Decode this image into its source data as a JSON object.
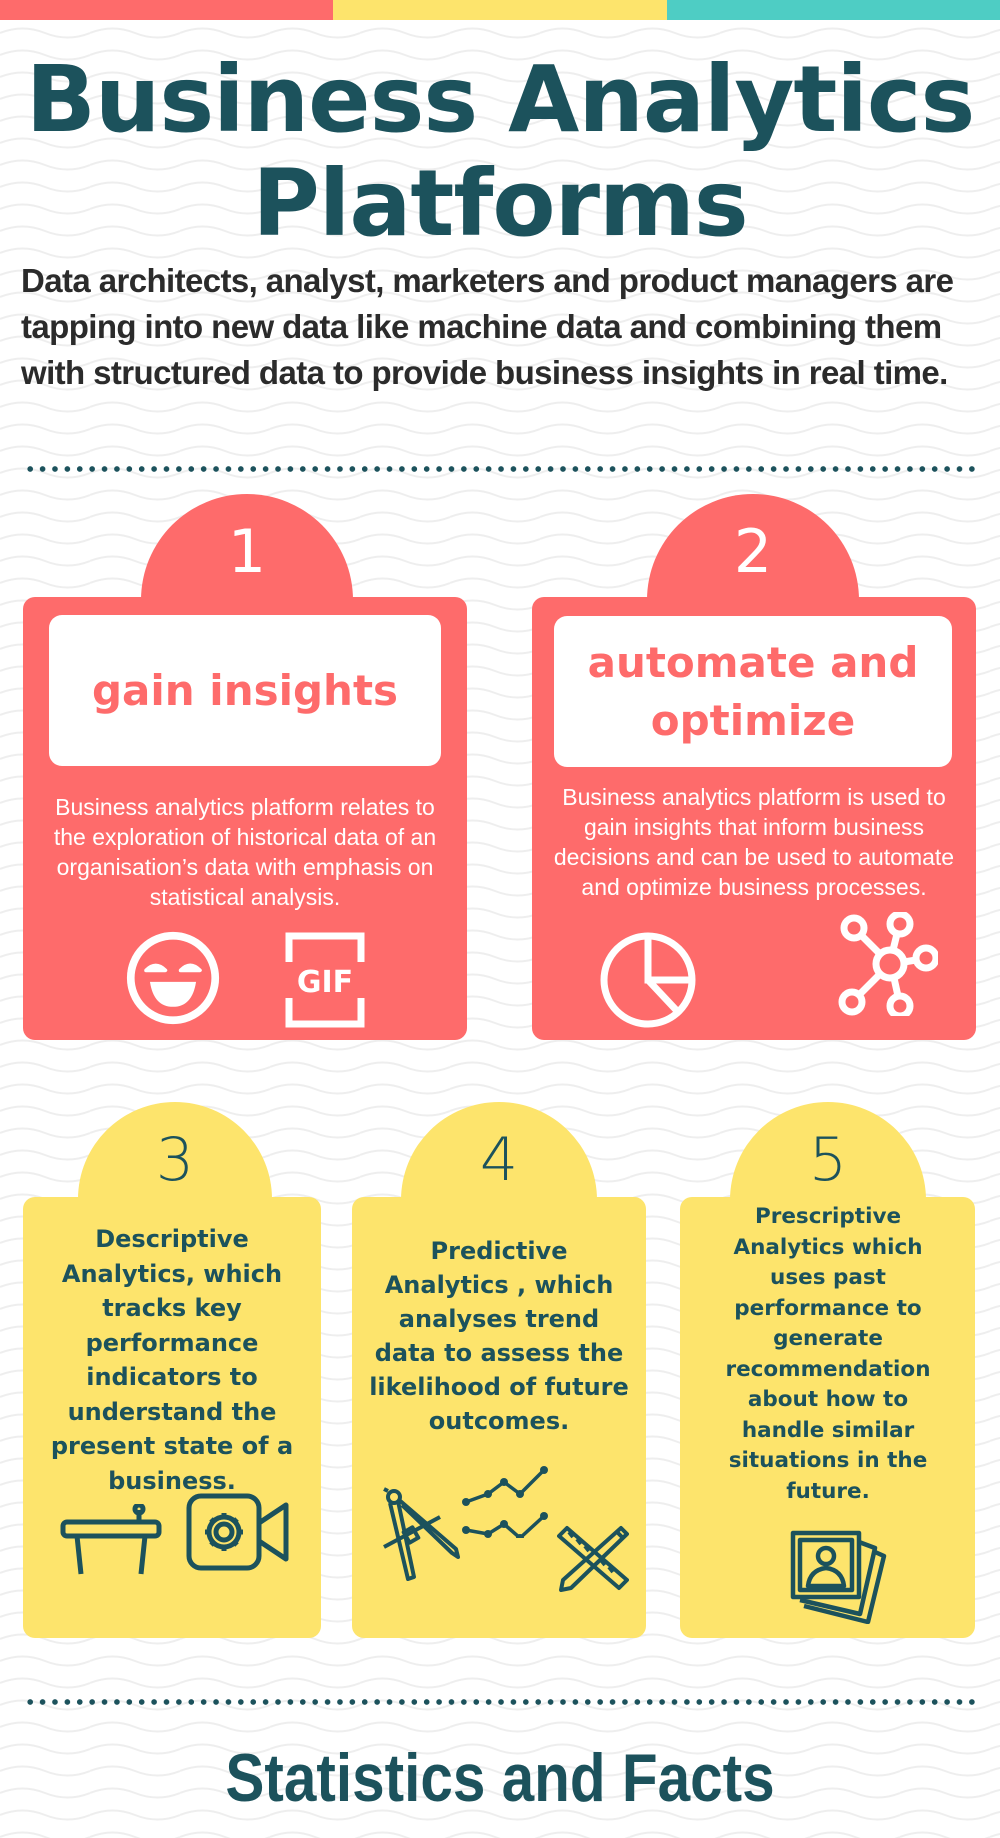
{
  "colors": {
    "accent_red": "#fe6b6b",
    "accent_yellow": "#fde46c",
    "accent_teal": "#4ecdc4",
    "dark_teal": "#1c525c",
    "body_text": "#2b2b2b"
  },
  "top_bar": [
    "#fe6b6b",
    "#fde46c",
    "#4ecdc4"
  ],
  "header": {
    "title_line1": "Business Analytics",
    "title_line2": "Platforms",
    "intro": "Data architects, analyst, marketers and product managers are tapping into new data like machine data and combining them with structured data to provide business insights in real time."
  },
  "cards": [
    {
      "number": "1",
      "label": "gain insights",
      "description": "Business analytics platform relates to the exploration of historical data of an organisation’s data with emphasis on statistical analysis.",
      "icons": [
        "laughing-face-icon",
        "gif-icon"
      ]
    },
    {
      "number": "2",
      "label": "automate and optimize",
      "description": "Business analytics platform is used to gain insights that inform business decisions and can be used to automate and optimize business processes.",
      "icons": [
        "pie-chart-icon",
        "network-hub-icon"
      ]
    },
    {
      "number": "3",
      "description": "Descriptive Analytics, which tracks key performance indicators to understand the present state of a business.",
      "icons": [
        "podium-icon",
        "video-settings-icon"
      ]
    },
    {
      "number": "4",
      "description": "Predictive Analytics , which analyses trend data to assess the likelihood of future outcomes.",
      "icons": [
        "compass-icon",
        "line-charts-icon",
        "ruler-pencil-icon"
      ]
    },
    {
      "number": "5",
      "description": "Prescriptive Analytics which uses past performance to generate recommendation about how to handle similar situations in the future.",
      "icons": [
        "photo-stack-icon"
      ]
    }
  ],
  "footer": {
    "section_title": "Statistics and Facts"
  }
}
